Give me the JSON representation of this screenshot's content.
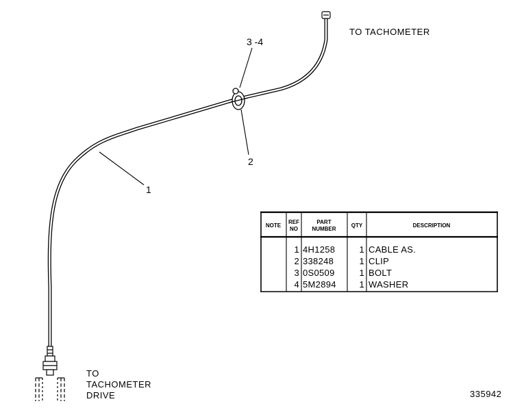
{
  "callouts": {
    "ref_cable": "1",
    "ref_clip": "2",
    "ref_bolt_washer": "3 -4"
  },
  "notes": {
    "to_tachometer": "TO  TACHOMETER",
    "drive_line1": "TO",
    "drive_line2": "TACHOMETER",
    "drive_line3": "DRIVE"
  },
  "drawing_number": "335942",
  "parts_table": {
    "headers": {
      "note": "NOTE",
      "ref_line1": "REF",
      "ref_line2": "NO",
      "part_line1": "PART",
      "part_line2": "NUMBER",
      "qty": "QTY",
      "description": "DESCRIPTION"
    },
    "rows": [
      {
        "note": "",
        "ref": "1",
        "part": "4H1258",
        "qty": "1",
        "description": "CABLE  AS."
      },
      {
        "note": "",
        "ref": "2",
        "part": "338248",
        "qty": "1",
        "description": "CLIP"
      },
      {
        "note": "",
        "ref": "3",
        "part": "0S0509",
        "qty": "1",
        "description": "BOLT"
      },
      {
        "note": "",
        "ref": "4",
        "part": "5M2894",
        "qty": "1",
        "description": "WASHER"
      }
    ]
  }
}
